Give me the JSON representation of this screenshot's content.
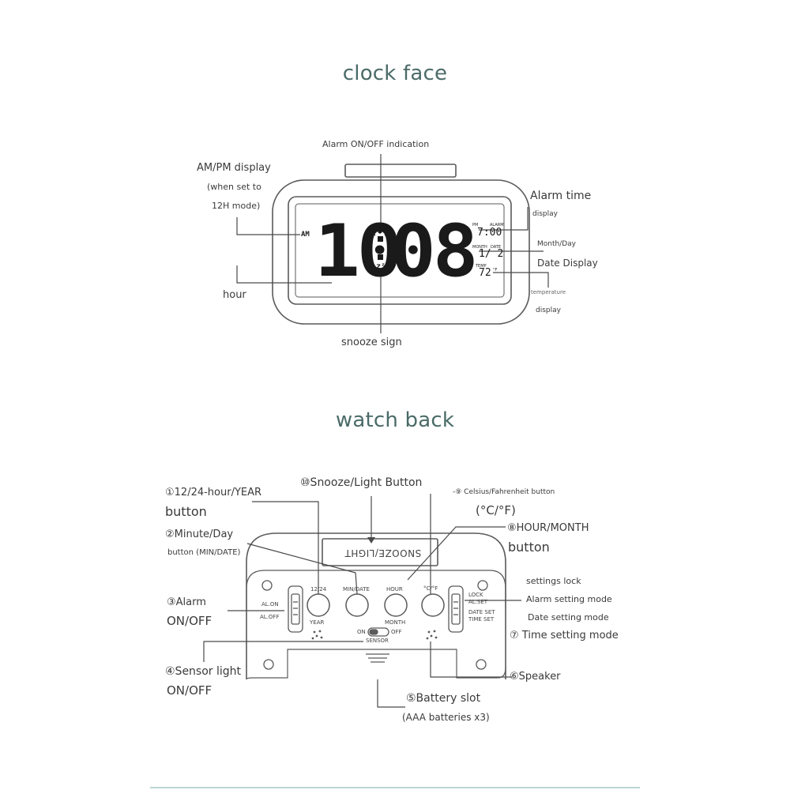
{
  "sections": {
    "face_title": "clock face",
    "back_title": "watch back"
  },
  "face": {
    "display": {
      "hours": "10",
      "minutes": "08",
      "am": "AM",
      "alarm_time": "7:00",
      "date": "1/ 2",
      "temp": "72",
      "snooze_mark": "zᶻ"
    },
    "lcd_tags": {
      "pm": "PM",
      "alarm": "ALARM",
      "month": "MONTH",
      "date": "DATE",
      "temp": "TEMP",
      "unit": "°F"
    },
    "labels": {
      "alarm_indication": "Alarm ON/OFF indication",
      "ampm_1": "AM/PM display",
      "ampm_2": "(when set to",
      "ampm_3": "12H mode)",
      "hour": "hour",
      "snooze": "snooze sign",
      "alarm_time": "Alarm time",
      "alarm_time_2": "display",
      "month_day": "Month/Day",
      "date_display": "Date Display",
      "temperature": "temperature",
      "temperature_2": "display"
    }
  },
  "back": {
    "snooze_panel": "SNOOZE/LIGHT",
    "buttons": {
      "b1": "12/24",
      "b1_sub": "YEAR",
      "b2": "MIN/DATE",
      "b3": "HOUR",
      "b3_sub": "MONTH",
      "b4": "°C/°F"
    },
    "switch_left": {
      "on": "AL.ON",
      "off": "AL.OFF"
    },
    "switch_right": {
      "lock": "LOCK",
      "alset": "AL.SET",
      "dateset": "DATE SET",
      "timeset": "TIME SET"
    },
    "sensor": {
      "on": "ON",
      "off": "OFF",
      "label": "SENSOR"
    },
    "labels": {
      "l1_a": "①12/24-hour/YEAR",
      "l1_b": "button",
      "l10": "⑩Snooze/Light Button",
      "l9_a": "-⑨ Celsius/Fahrenheit button",
      "l9_b": "(°C/°F)",
      "l2_a": "②Minute/Day",
      "l2_b": "button (MIN/DATE)",
      "l8_a": "⑧HOUR/MONTH",
      "l8_b": "button",
      "l3_a": "③Alarm",
      "l3_b": "ON/OFF",
      "settings_lock": "settings lock",
      "alarm_setting": "Alarm setting mode",
      "date_setting": "Date setting mode",
      "l7": "⑦ Time setting mode",
      "l4_a": "④Sensor light",
      "l4_b": "ON/OFF",
      "l6": "⑥Speaker",
      "l5_a": "⑤Battery slot",
      "l5_b": "(AAA batteries x3)"
    }
  }
}
